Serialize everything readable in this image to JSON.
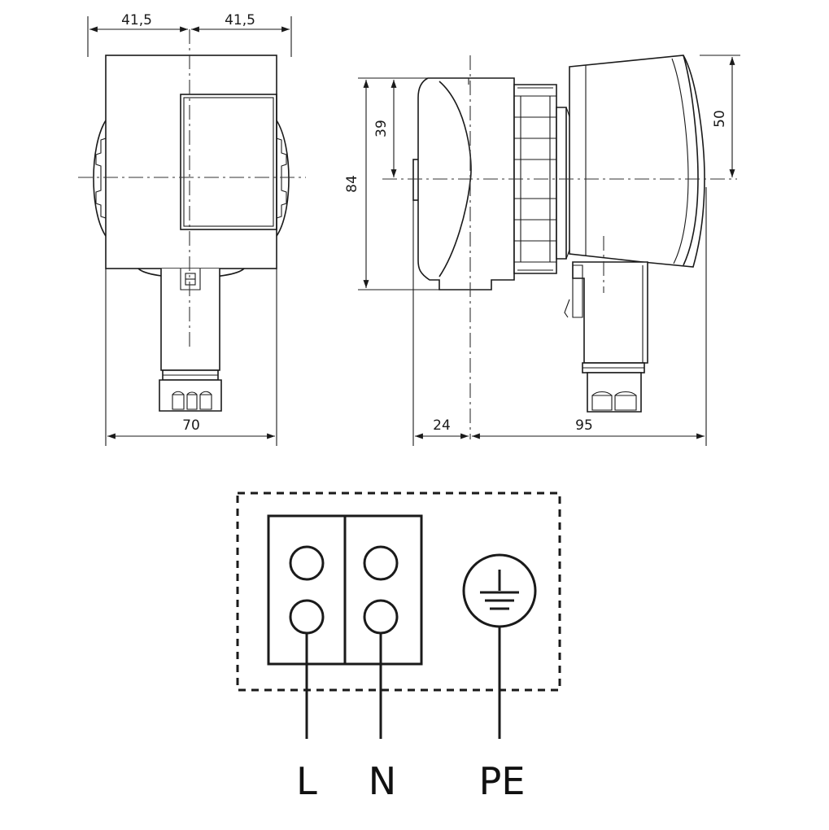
{
  "dimensions": {
    "front_half_left": "41,5",
    "front_half_right": "41,5",
    "front_width": "70",
    "side_height_total": "84",
    "side_height_upper": "39",
    "side_height_head": "50",
    "side_depth_left": "24",
    "side_depth_right": "95"
  },
  "terminals": {
    "live": "L",
    "neutral": "N",
    "earth": "PE"
  },
  "colors": {
    "line": "#1a1a1a",
    "background": "#ffffff"
  }
}
